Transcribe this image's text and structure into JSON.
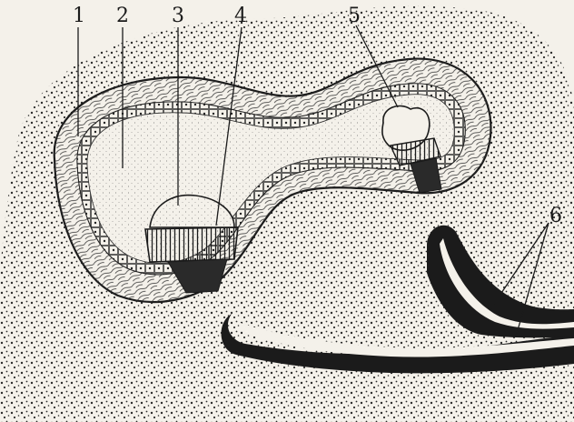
{
  "figure": {
    "labels": [
      {
        "id": "label-1",
        "text": "1"
      },
      {
        "id": "label-2",
        "text": "2"
      },
      {
        "id": "label-3",
        "text": "3"
      },
      {
        "id": "label-4",
        "text": "4"
      },
      {
        "id": "label-5",
        "text": "5"
      },
      {
        "id": "label-6",
        "text": "6"
      }
    ],
    "colors": {
      "paper": "#f4f1ea",
      "ink": "#1b1b1b",
      "stipple": "#2a2a2a"
    }
  }
}
